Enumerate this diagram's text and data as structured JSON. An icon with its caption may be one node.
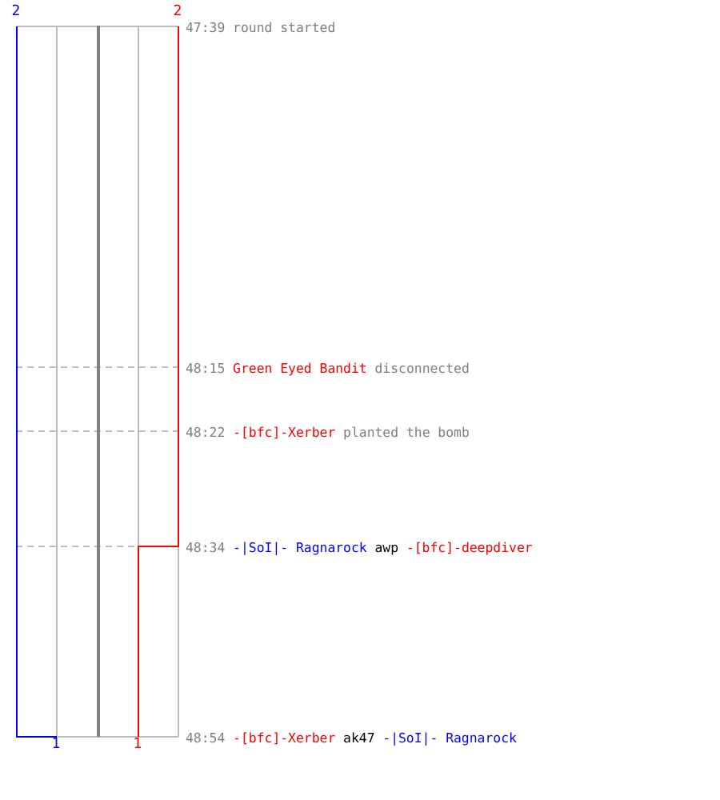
{
  "diagram": {
    "labels": [
      "2",
      "2",
      "47:39",
      "round started",
      "48:15",
      "Green Eyed Bandit",
      "disconnected",
      "48:22",
      "-[bfc]-Xerber",
      "planted the bomb",
      "48:34",
      "-|SoI|- Ragnarock",
      "awp",
      "-[bfc]-deepdiver",
      "1",
      "1",
      "48:54",
      "-[bfc]-Xerber",
      "ak47",
      "-|SoI|- Ragnarock"
    ]
  }
}
